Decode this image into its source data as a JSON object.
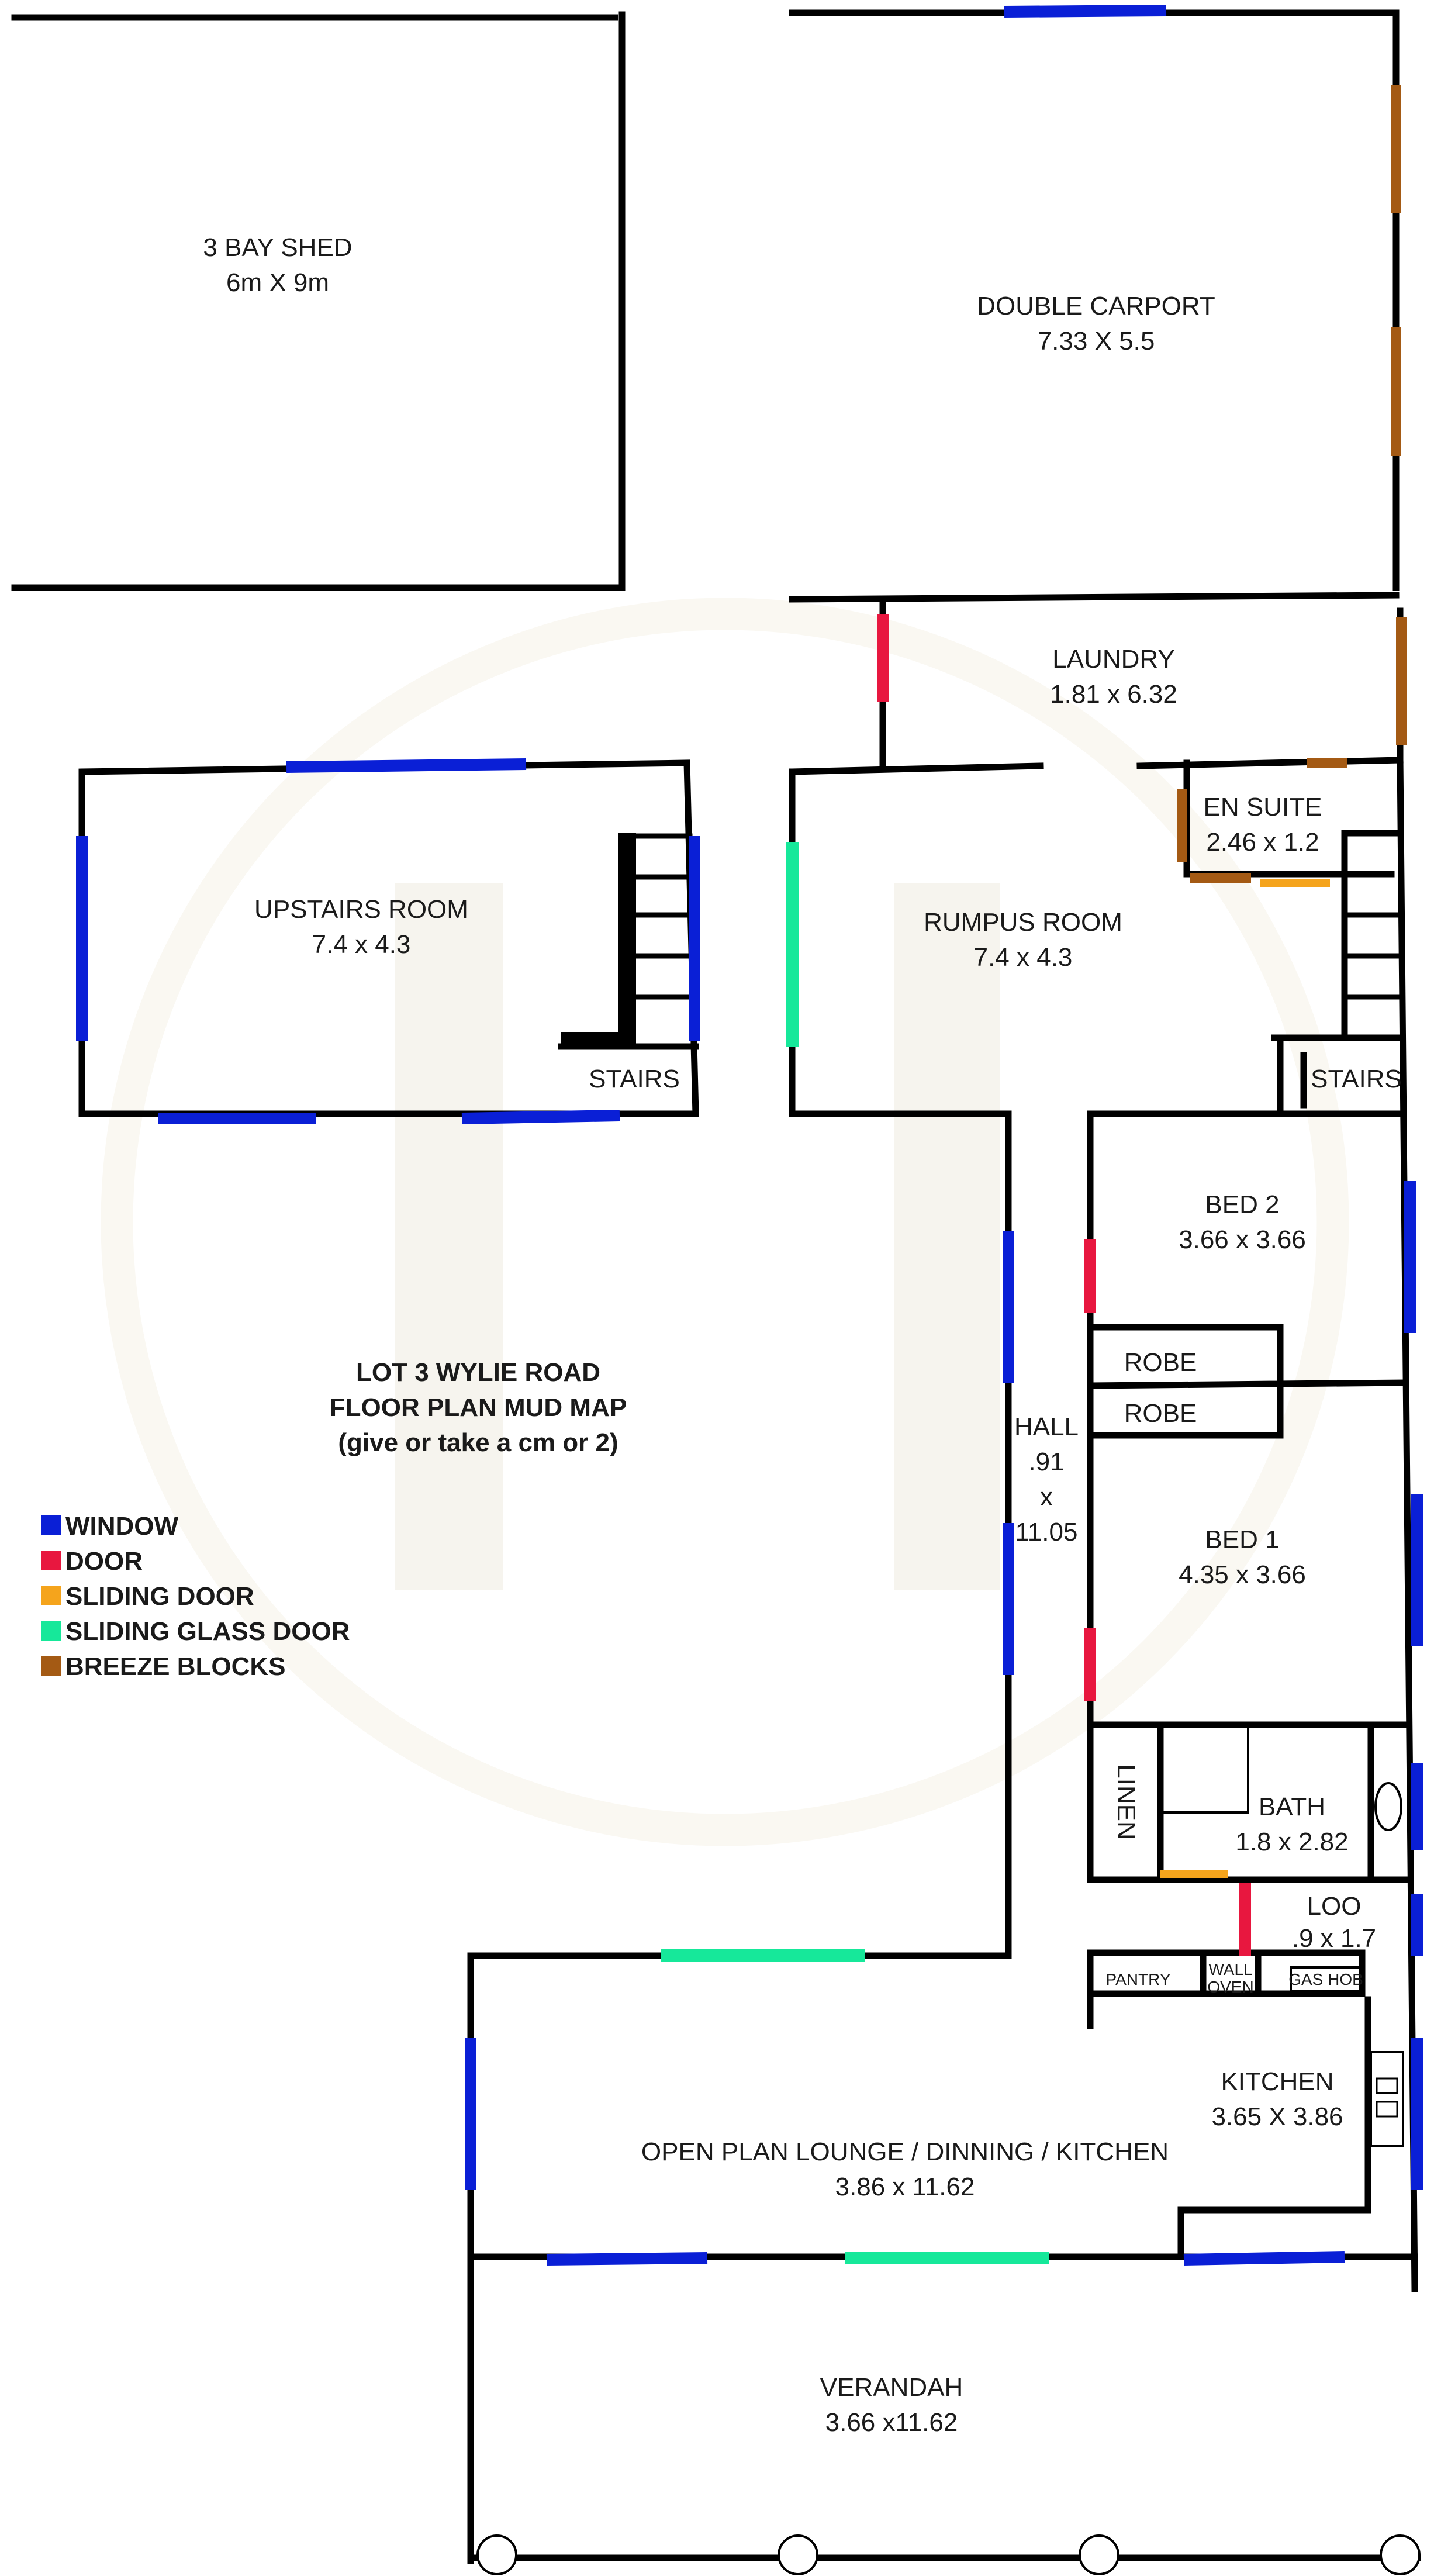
{
  "plan": {
    "title_line1": "LOT 3 WYLIE ROAD",
    "title_line2": "FLOOR PLAN MUD MAP",
    "title_line3": "(give or take a cm or 2)"
  },
  "legend": [
    {
      "label": "WINDOW",
      "color": "#0a1fd6"
    },
    {
      "label": "DOOR",
      "color": "#e8173f"
    },
    {
      "label": "SLIDING DOOR",
      "color": "#f5a41c"
    },
    {
      "label": "SLIDING GLASS DOOR",
      "color": "#16e89a"
    },
    {
      "label": "BREEZE BLOCKS",
      "color": "#a45a14"
    }
  ],
  "rooms": {
    "shed": {
      "name": "3 BAY SHED",
      "size": "6m X 9m"
    },
    "carport": {
      "name": "DOUBLE CARPORT",
      "size": "7.33 X 5.5"
    },
    "laundry": {
      "name": "LAUNDRY",
      "size": "1.81 x 6.32"
    },
    "upstairs": {
      "name": "UPSTAIRS ROOM",
      "size": "7.4 x 4.3"
    },
    "stairs_left": {
      "name": "STAIRS"
    },
    "rumpus": {
      "name": "RUMPUS ROOM",
      "size": "7.4 x 4.3"
    },
    "ensuite": {
      "name": "EN SUITE",
      "size": "2.46 x 1.2"
    },
    "stairs_right": {
      "name": "STAIRS"
    },
    "bed2": {
      "name": "BED 2",
      "size": "3.66 x 3.66"
    },
    "robe1": {
      "name": "ROBE"
    },
    "robe2": {
      "name": "ROBE"
    },
    "hall": {
      "name": "HALL",
      "dim1": ".91",
      "dim2": "x",
      "dim3": "11.05"
    },
    "bed1": {
      "name": "BED 1",
      "size": "4.35 x 3.66"
    },
    "linen": {
      "name": "LINEN"
    },
    "bath": {
      "name": "BATH",
      "size": "1.8 x 2.82"
    },
    "loo": {
      "name": "LOO",
      "size": ".9 x 1.7"
    },
    "pantry": {
      "name": "PANTRY"
    },
    "wall_oven": {
      "line1": "WALL",
      "line2": "OVEN"
    },
    "gas_hob": {
      "name": "GAS HOB"
    },
    "kitchen": {
      "name": "KITCHEN",
      "size": "3.65 X 3.86"
    },
    "lounge": {
      "name": "OPEN PLAN LOUNGE / DINNING / KITCHEN",
      "size": "3.86 x 11.62"
    },
    "verandah": {
      "name": "VERANDAH",
      "size": "3.66 x11.62"
    }
  }
}
